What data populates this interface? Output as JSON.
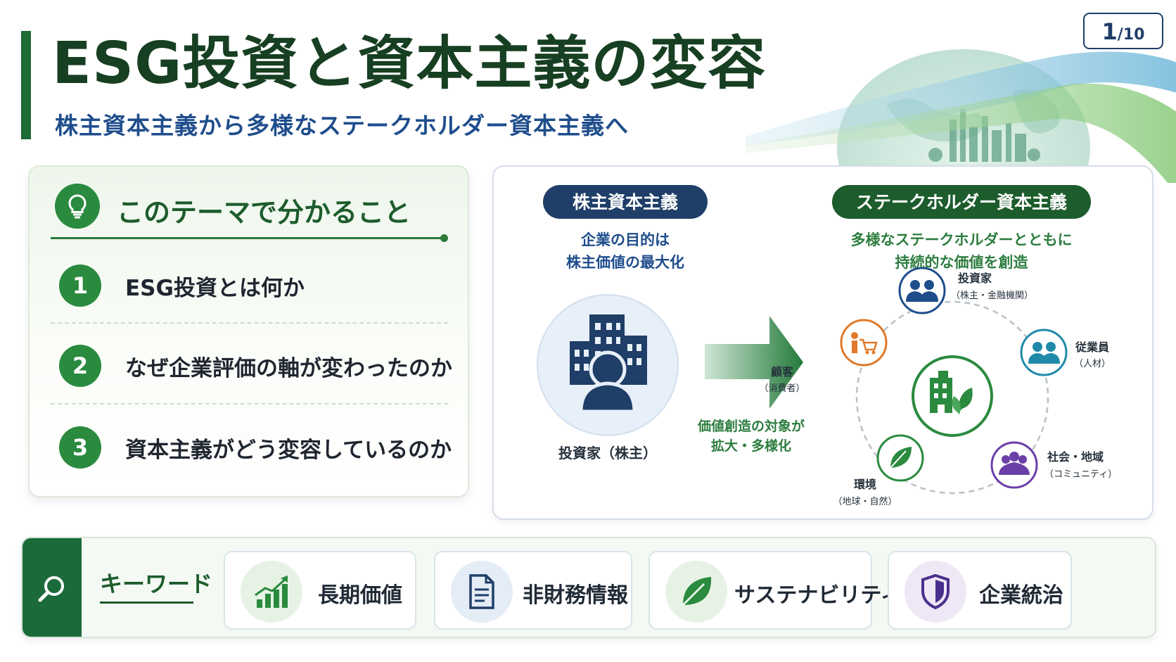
{
  "header": {
    "title": "ESG投資と資本主義の変容",
    "subtitle": "株主資本主義から多様なステークホルダー資本主義へ",
    "page_current": "1",
    "page_total": "/10"
  },
  "learn": {
    "title": "このテーマで分かること",
    "items": [
      {
        "num": "1",
        "text": "ESG投資とは何か"
      },
      {
        "num": "2",
        "text": "なぜ企業評価の軸が変わったのか"
      },
      {
        "num": "3",
        "text": "資本主義がどう変容しているのか"
      }
    ]
  },
  "diagram": {
    "left_badge": "株主資本主義",
    "left_desc_1": "企業の目的は",
    "left_desc_2": "株主価値の最大化",
    "left_caption": "投資家（株主）",
    "arrow_caption_1": "価値創造の対象が",
    "arrow_caption_2": "拡大・多様化",
    "right_badge": "ステークホルダー資本主義",
    "right_desc_1": "多様なステークホルダーとともに",
    "right_desc_2": "持続的な価値を創造",
    "stakeholders": {
      "investor": {
        "label": "投資家",
        "sub": "（株主・金融機関）"
      },
      "employee": {
        "label": "従業員",
        "sub": "（人材）"
      },
      "community": {
        "label": "社会・地域",
        "sub": "（コミュニティ）"
      },
      "environment": {
        "label": "環境",
        "sub": "（地球・自然）"
      },
      "customer": {
        "label": "顧客",
        "sub": "（消費者）"
      }
    }
  },
  "keywords": {
    "label": "キーワード",
    "items": [
      {
        "text": "長期価値",
        "icon": "growth-chart-icon"
      },
      {
        "text": "非財務情報",
        "icon": "document-icon"
      },
      {
        "text": "サステナビリティ",
        "icon": "leaf-icon"
      },
      {
        "text": "企業統治",
        "icon": "shield-icon"
      }
    ]
  },
  "colors": {
    "primary_green": "#1d6b35",
    "navy": "#1f3e68",
    "blue": "#1f4d8c"
  }
}
